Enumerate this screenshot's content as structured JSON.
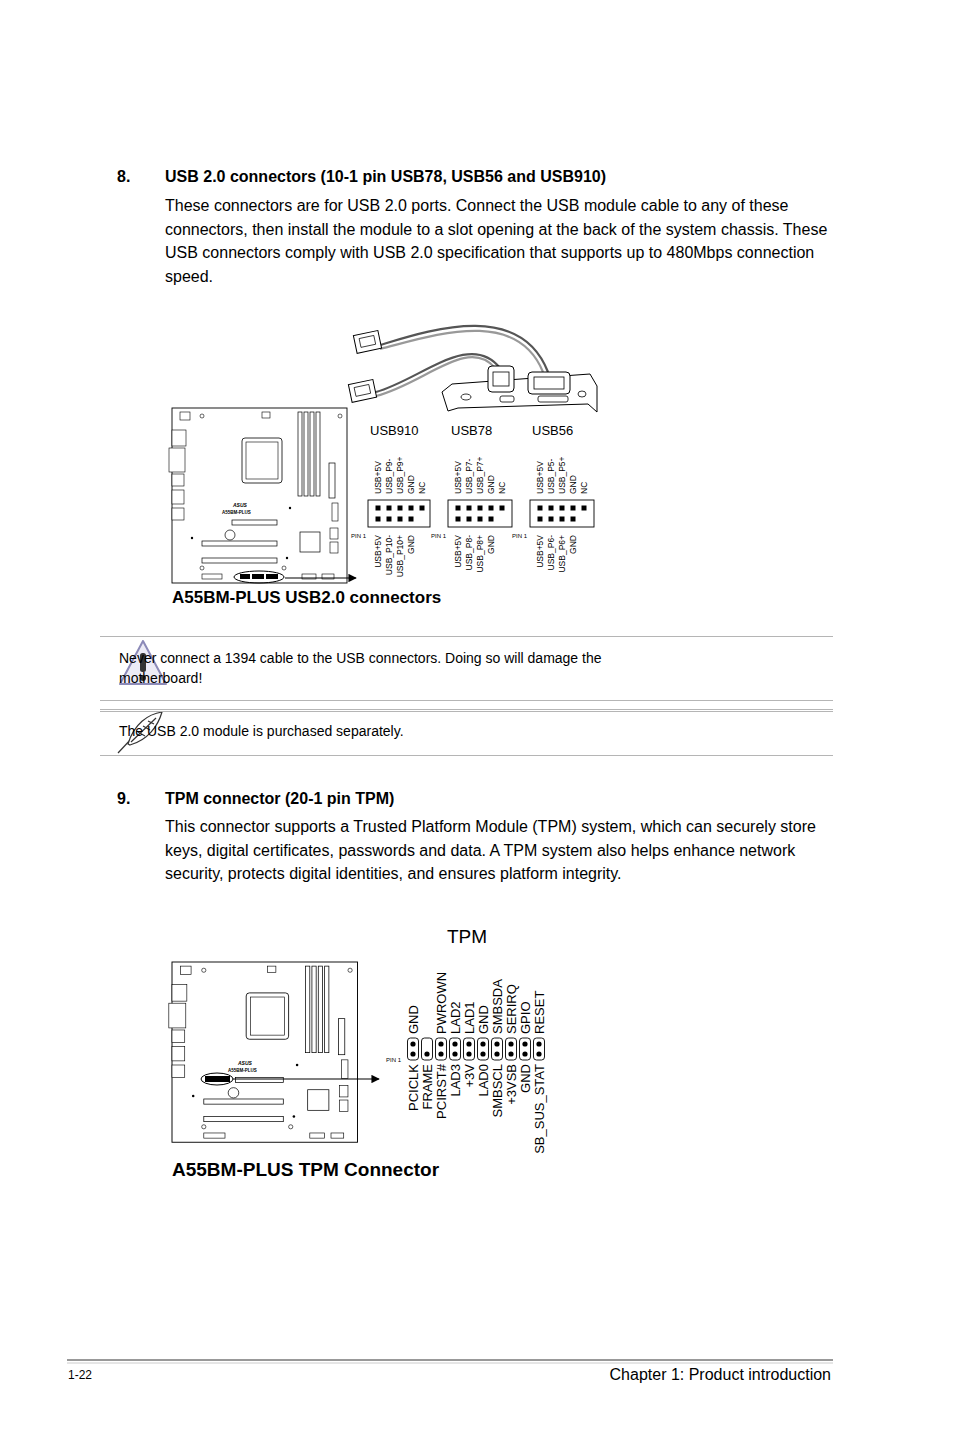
{
  "diagram": {
    "nodes": [
      {
        "text": [
          "Never connect a 1394 cable to the USB connectors. Doing so will damage the motherboard!"
        ]
      },
      {
        "text": [
          "The USB 2.0 module is purchased separately."
        ]
      }
    ],
    "labels": [
      "8.",
      "USB 2.0 connectors (10-1 pin USB78, USB56 and USB910)",
      "These connectors are for USB 2.0 ports. Connect the USB module cable to any of these connectors, then install the module to a slot opening at the back of the system chassis. These USB connectors comply with USB 2.0 specification that supports up to 480Mbps connection speed.",
      "USB910",
      "USB78",
      "USB56",
      "USB+5V",
      "USB_P9-",
      "USB_P9+",
      "GND",
      "NC",
      "USB+5V",
      "USB_P10-",
      "USB_P10+",
      "GND",
      "PIN 1",
      "USB+5V",
      "USB_P7-",
      "USB_P7+",
      "GND",
      "NC",
      "USB+5V",
      "USB_P8-",
      "USB_P8+",
      "GND",
      "PIN 1",
      "USB+5V",
      "USB_P5-",
      "USB_P5+",
      "GND",
      "NC",
      "USB+5V",
      "USB_P6-",
      "USB_P6+",
      "GND",
      "PIN 1",
      "ASUS",
      "A55BM-PLUS",
      "A55BM-PLUS USB2.0 connectors",
      "9.",
      "TPM connector (20-1 pin TPM)",
      "This connector supports a Trusted Platform Module (TPM) system, which can securely store keys, digital certificates, passwords and data. A TPM system also helps enhance network security, protects digital identities, and ensures platform integrity.",
      "ASUS",
      "A55BM-PLUS",
      "TPM",
      "GND",
      "PWROWN",
      "LAD2",
      "LAD1",
      "GND",
      "SMBSDA",
      "SERIRQ",
      "GPIO",
      "RESET",
      "PCICLK",
      "FRAME",
      "PCIRST#",
      "LAD3",
      "+3V",
      "LAD0",
      "SMBSCL",
      "+3VSB",
      "GND",
      "SB_SUS_STAT",
      "PIN 1",
      "A55BM-PLUS TPM Connector",
      "1-22",
      "Chapter 1: Product introduction"
    ]
  }
}
